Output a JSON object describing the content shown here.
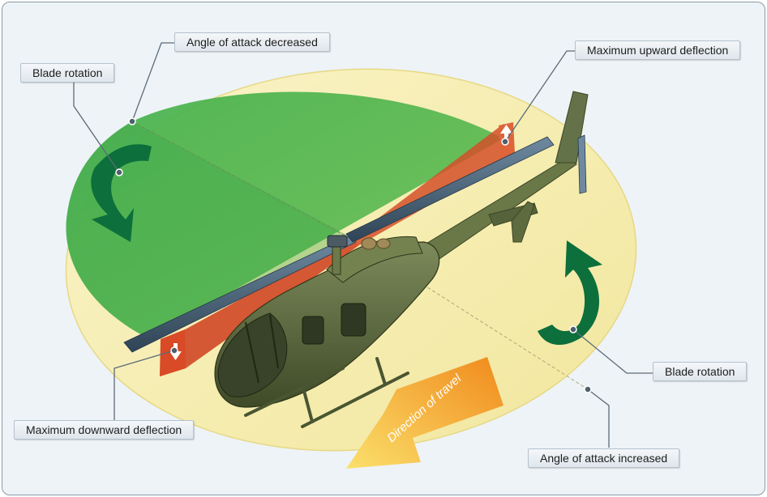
{
  "labels": {
    "angle_decreased": "Angle of attack decreased",
    "blade_rotation_left": "Blade rotation",
    "max_upward": "Maximum upward deflection",
    "blade_rotation_right": "Blade rotation",
    "max_downward": "Maximum downward deflection",
    "angle_increased": "Angle of attack increased",
    "direction_of_travel": "Direction of travel"
  },
  "colors": {
    "background": "#eef3f7",
    "rotor_disk": "#f6eeae",
    "decreased_sector": "#45b24a",
    "deflection_plane": "#d4502a",
    "rotation_arrow": "#0d6f3b",
    "travel_arrow": "#f6a623",
    "helicopter_body": "#5d6b3f"
  }
}
